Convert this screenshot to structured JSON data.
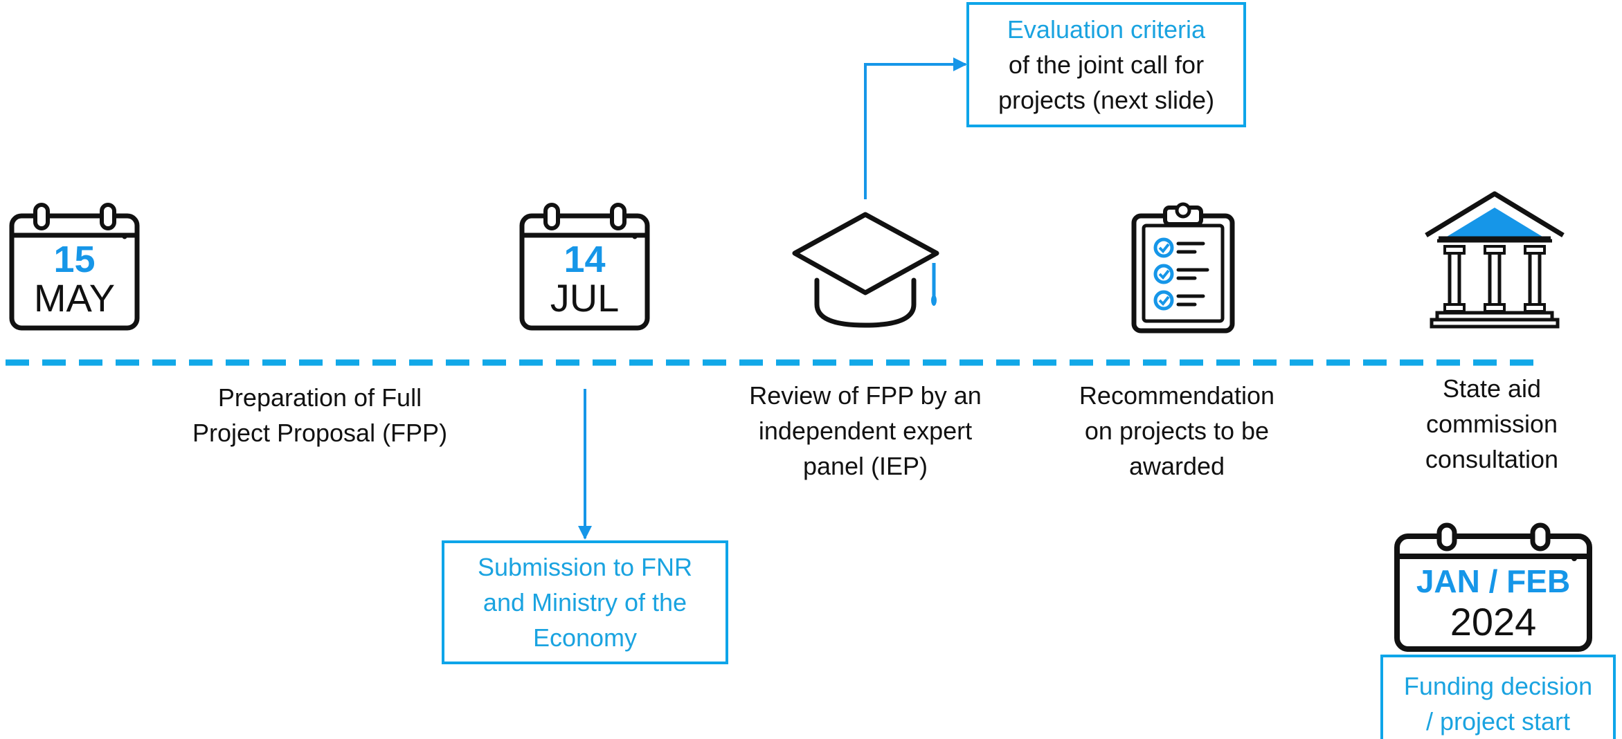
{
  "colors": {
    "accent": "#1696e8",
    "line": "#11a8e8",
    "text": "#111111"
  },
  "calendars": {
    "start": {
      "day": "15",
      "month": "MAY"
    },
    "submission": {
      "day": "14",
      "month": "JUL"
    },
    "decision": {
      "period": "JAN / FEB",
      "year": "2024"
    }
  },
  "steps": {
    "preparation": [
      "Preparation of Full",
      "Project Proposal (FPP)"
    ],
    "review": [
      "Review of FPP by an",
      "independent expert",
      "panel (IEP)"
    ],
    "recommendation": [
      "Recommendation",
      "on projects to be",
      "awarded"
    ],
    "state_aid": [
      "State aid",
      "commission",
      "consultation"
    ]
  },
  "callouts": {
    "evaluation": {
      "highlight": "Evaluation criteria",
      "lines": [
        "of the joint call for",
        "projects (next slide)"
      ]
    },
    "submission": {
      "lines": [
        "Submission to FNR",
        "and Ministry of the",
        "Economy"
      ]
    },
    "funding": {
      "lines": [
        "Funding decision",
        "/ project start"
      ]
    }
  },
  "icons": {
    "calendar": "calendar-icon",
    "graduation": "graduation-cap-icon",
    "checklist": "clipboard-checklist-icon",
    "institution": "government-building-icon"
  }
}
